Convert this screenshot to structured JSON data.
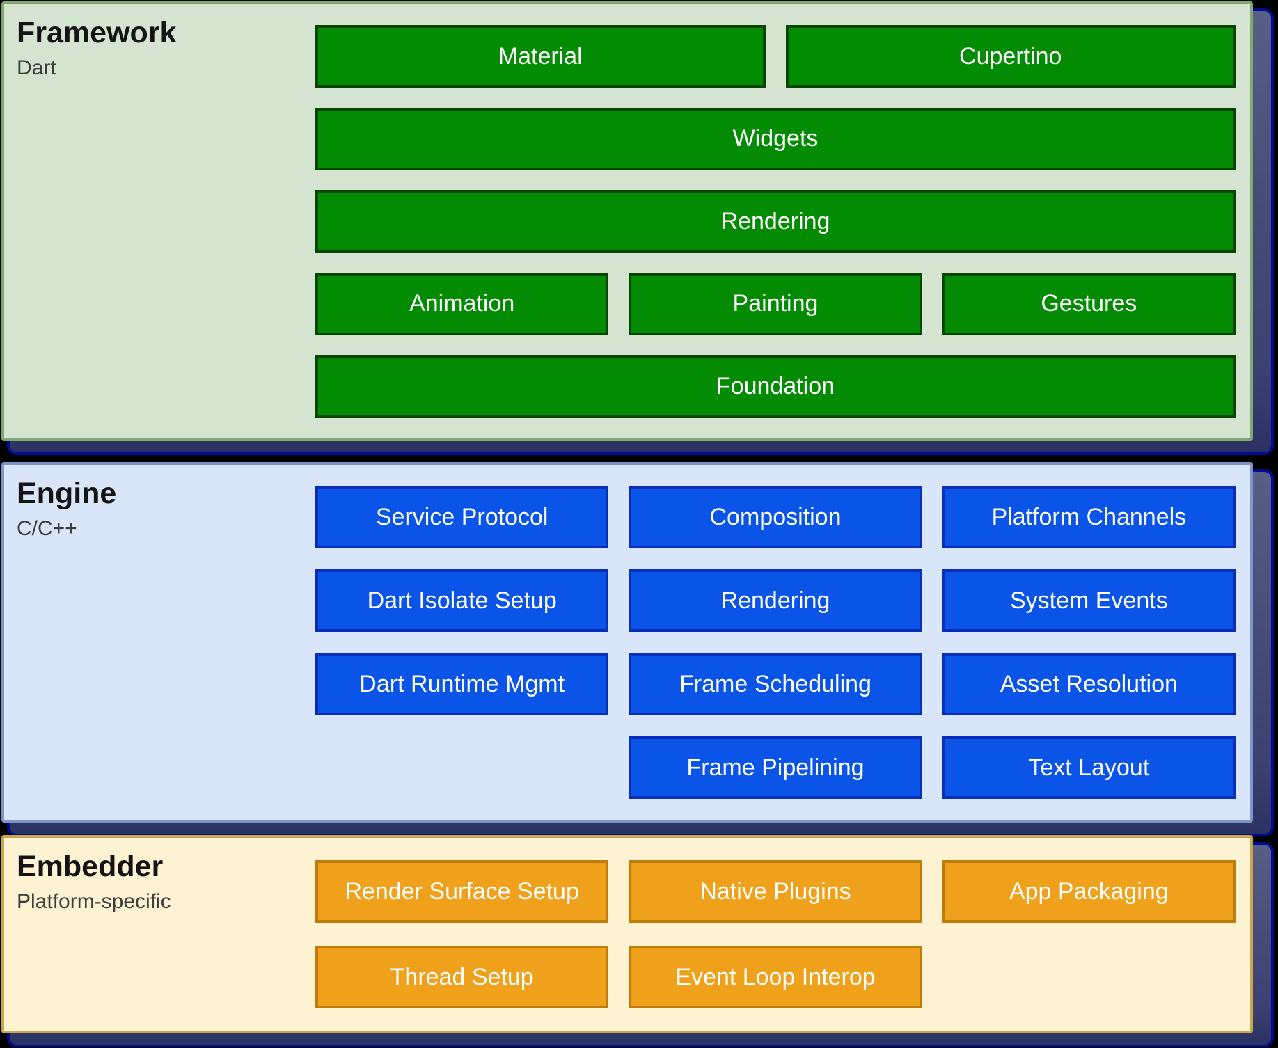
{
  "background_color": "#000000",
  "shadow": {
    "fill_top": "#585E84",
    "fill_bottom": "#2B3263",
    "border_color": "#000D91"
  },
  "sections": [
    {
      "title": "Framework",
      "subtitle": "Dart",
      "palette": {
        "card_bg": "#D4E4D1",
        "card_border": "#7FA873",
        "box_bg": "#038B03",
        "box_border": "#0A4603",
        "box_text": "#FFFFFF"
      },
      "rows": [
        [
          {
            "label": "Material"
          },
          {
            "label": "Cupertino"
          }
        ],
        [
          {
            "label": "Widgets"
          }
        ],
        [
          {
            "label": "Rendering"
          }
        ],
        [
          {
            "label": "Animation"
          },
          {
            "label": "Painting"
          },
          {
            "label": "Gestures"
          }
        ],
        [
          {
            "label": "Foundation"
          }
        ]
      ]
    },
    {
      "title": "Engine",
      "subtitle": "C/C++",
      "palette": {
        "card_bg": "#D9E5F8",
        "card_border": "#8095C7",
        "box_bg": "#0A54E8",
        "box_border": "#0B2EB8",
        "box_text": "#FFFFFF"
      },
      "rows": [
        [
          {
            "label": "Service Protocol"
          },
          {
            "label": "Composition"
          },
          {
            "label": "Platform Channels"
          }
        ],
        [
          {
            "label": "Dart Isolate Setup"
          },
          {
            "label": "Rendering"
          },
          {
            "label": "System Events"
          }
        ],
        [
          {
            "label": "Dart Runtime Mgmt"
          },
          {
            "label": "Frame Scheduling"
          },
          {
            "label": "Asset Resolution"
          }
        ],
        [
          {
            "label": ""
          },
          {
            "label": "Frame Pipelining"
          },
          {
            "label": "Text Layout"
          }
        ]
      ]
    },
    {
      "title": "Embedder",
      "subtitle": "Platform-specific",
      "palette": {
        "card_bg": "#FDF2D1",
        "card_border": "#C9A54B",
        "box_bg": "#F0A11B",
        "box_border": "#BE7D0B",
        "box_text": "#FFFFFF"
      },
      "rows": [
        [
          {
            "label": "Render Surface Setup"
          },
          {
            "label": "Native Plugins"
          },
          {
            "label": "App Packaging"
          }
        ],
        [
          {
            "label": "Thread Setup"
          },
          {
            "label": "Event Loop Interop"
          },
          {
            "label": ""
          }
        ]
      ]
    }
  ]
}
